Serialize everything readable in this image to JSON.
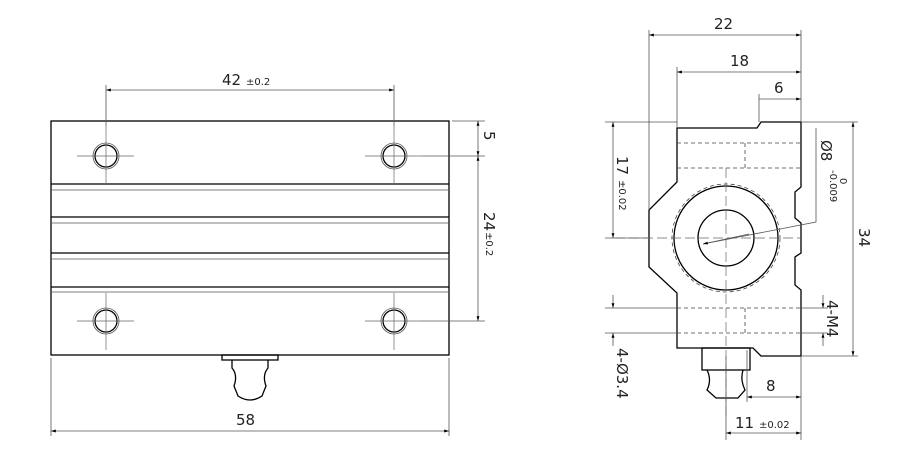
{
  "front_view": {
    "dim_hole_spacing": "42",
    "dim_hole_spacing_tol": "±0.2",
    "dim_width": "58",
    "dim_edge": "5",
    "dim_vertical_spacing": "24",
    "dim_vertical_spacing_tol": "±0.2"
  },
  "side_view": {
    "dim_total_width": "22",
    "dim_body_width": "18",
    "dim_step": "6",
    "dim_height": "34",
    "dim_center_height": "17",
    "dim_center_height_tol": "±0.02",
    "dim_bore": "Ø8",
    "dim_bore_tol_upper": "0",
    "dim_bore_tol_lower": "-0.009",
    "dim_thread": "4-M4",
    "dim_hole": "4-Ø3.4",
    "dim_depth": "8",
    "dim_center_offset": "11",
    "dim_center_offset_tol": "±0.02"
  }
}
